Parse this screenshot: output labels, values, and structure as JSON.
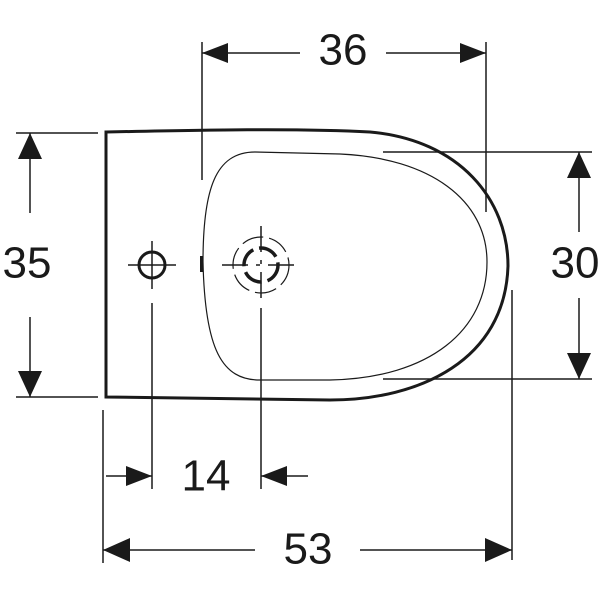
{
  "drawing": {
    "title": "Bidet top view dimension drawing",
    "line_color": "#1a1a1a",
    "background": "#ffffff",
    "units_label": "",
    "dimensions": {
      "inner_width_top": "36",
      "overall_depth_left": "35",
      "bowl_depth_right": "30",
      "hole_spacing_bottom": "14",
      "overall_width_bottom": "53"
    },
    "features": [
      {
        "name": "tap-hole",
        "type": "circle-with-crosshair"
      },
      {
        "name": "drain-outlet",
        "type": "dashed-concentric-circles-with-crosshair"
      }
    ]
  }
}
